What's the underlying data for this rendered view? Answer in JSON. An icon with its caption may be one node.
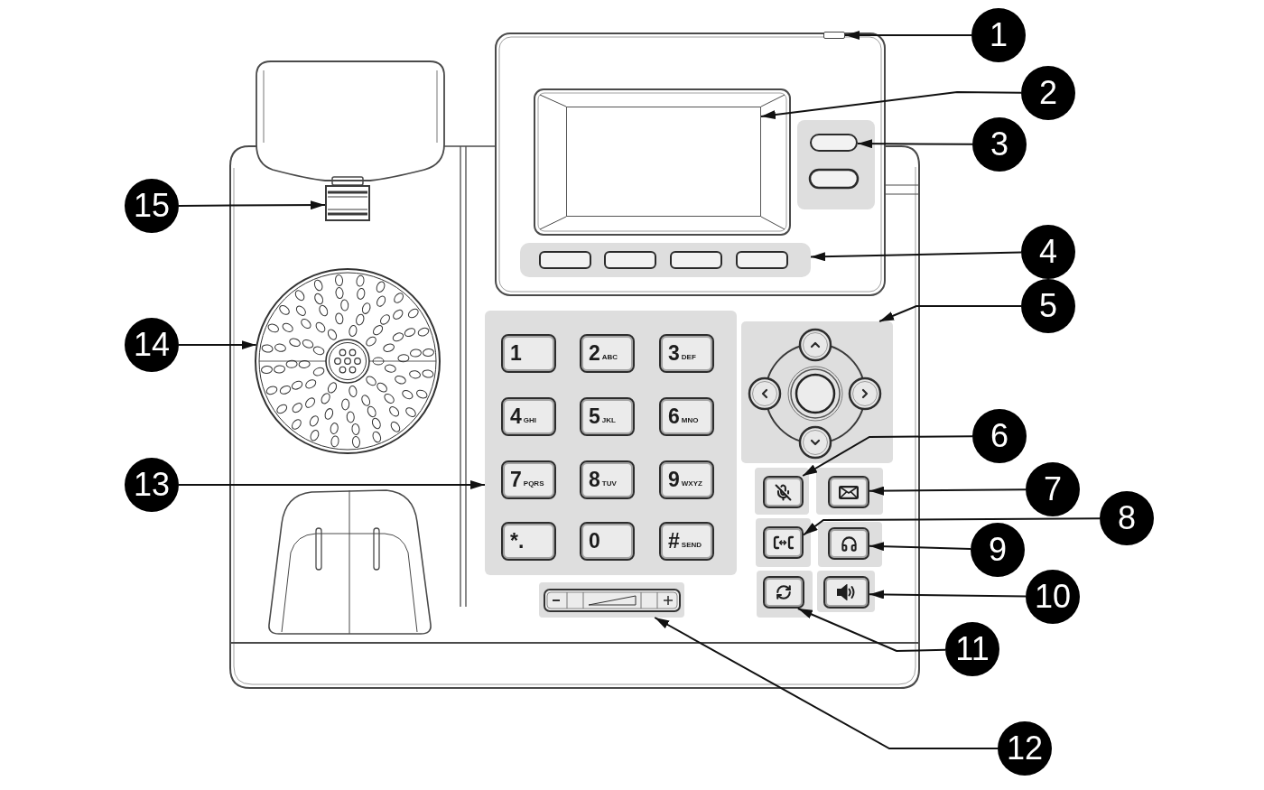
{
  "diagram": {
    "nodes": [
      {
        "text": [
          "1"
        ]
      },
      {
        "text": [
          "2"
        ]
      },
      {
        "text": [
          "3"
        ]
      },
      {
        "text": [
          "4"
        ]
      },
      {
        "text": [
          "5"
        ]
      },
      {
        "text": [
          "6"
        ]
      },
      {
        "text": [
          "7"
        ]
      },
      {
        "text": [
          "8"
        ]
      },
      {
        "text": [
          "9"
        ]
      },
      {
        "text": [
          "10"
        ]
      },
      {
        "text": [
          "11"
        ]
      },
      {
        "text": [
          "12"
        ]
      },
      {
        "text": [
          "13"
        ]
      },
      {
        "text": [
          "14"
        ]
      },
      {
        "text": [
          "15"
        ]
      },
      {
        "text": [],
        "shape": "box"
      },
      {
        "text": [],
        "shape": "box"
      },
      {
        "text": [],
        "shape": "box"
      },
      {
        "text": [],
        "shape": "box"
      },
      {
        "text": [],
        "shape": "box"
      },
      {
        "text": [],
        "shape": "box"
      },
      {
        "text": [],
        "shape": "box"
      },
      {
        "text": [],
        "shape": "box"
      },
      {
        "text": [],
        "shape": "box"
      },
      {
        "text": [],
        "shape": "box"
      },
      {
        "text": [],
        "shape": "box"
      },
      {
        "text": [],
        "shape": "box"
      },
      {
        "text": [],
        "shape": "box"
      },
      {
        "text": [],
        "shape": "circle"
      },
      {
        "text": [],
        "shape": "box"
      },
      {
        "text": [
          "1"
        ],
        "in": 27
      },
      {
        "text": [
          "2",
          "ABC"
        ],
        "in": 27
      },
      {
        "text": [
          "3",
          "DEF"
        ],
        "in": 27
      },
      {
        "text": [
          "4",
          "GHI"
        ],
        "in": 27
      },
      {
        "text": [
          "5",
          "JKL"
        ],
        "in": 27
      },
      {
        "text": [
          "6",
          "MNO"
        ],
        "in": 27
      },
      {
        "text": [
          "7",
          "PQRS"
        ],
        "in": 27
      },
      {
        "text": [
          "8",
          "TUV"
        ],
        "in": 27
      },
      {
        "text": [
          "9",
          "WXYZ"
        ],
        "in": 27
      },
      {
        "text": [
          "*."
        ],
        "in": 27
      },
      {
        "text": [
          "0"
        ],
        "in": 27
      },
      {
        "text": [
          "#",
          "SEND"
        ],
        "in": 27
      }
    ],
    "edges": [
      {
        "from": 0,
        "to": 15,
        "arrow": "to"
      },
      {
        "from": 1,
        "to": 16,
        "arrow": "to"
      },
      {
        "from": 2,
        "to": 17,
        "arrow": "to"
      },
      {
        "from": 3,
        "to": 18,
        "arrow": "to"
      },
      {
        "from": 4,
        "to": 19,
        "arrow": "to"
      },
      {
        "from": 5,
        "to": 20,
        "arrow": "to"
      },
      {
        "from": 6,
        "to": 21,
        "arrow": "to"
      },
      {
        "from": 7,
        "to": 22,
        "arrow": "to"
      },
      {
        "from": 8,
        "to": 23,
        "arrow": "to"
      },
      {
        "from": 9,
        "to": 24,
        "arrow": "to"
      },
      {
        "from": 10,
        "to": 25,
        "arrow": "to"
      },
      {
        "from": 11,
        "to": 26,
        "arrow": "to"
      },
      {
        "from": 12,
        "to": 27,
        "arrow": "to"
      },
      {
        "from": 13,
        "to": 28,
        "arrow": "to"
      },
      {
        "from": 14,
        "to": 29,
        "arrow": "to"
      }
    ]
  }
}
